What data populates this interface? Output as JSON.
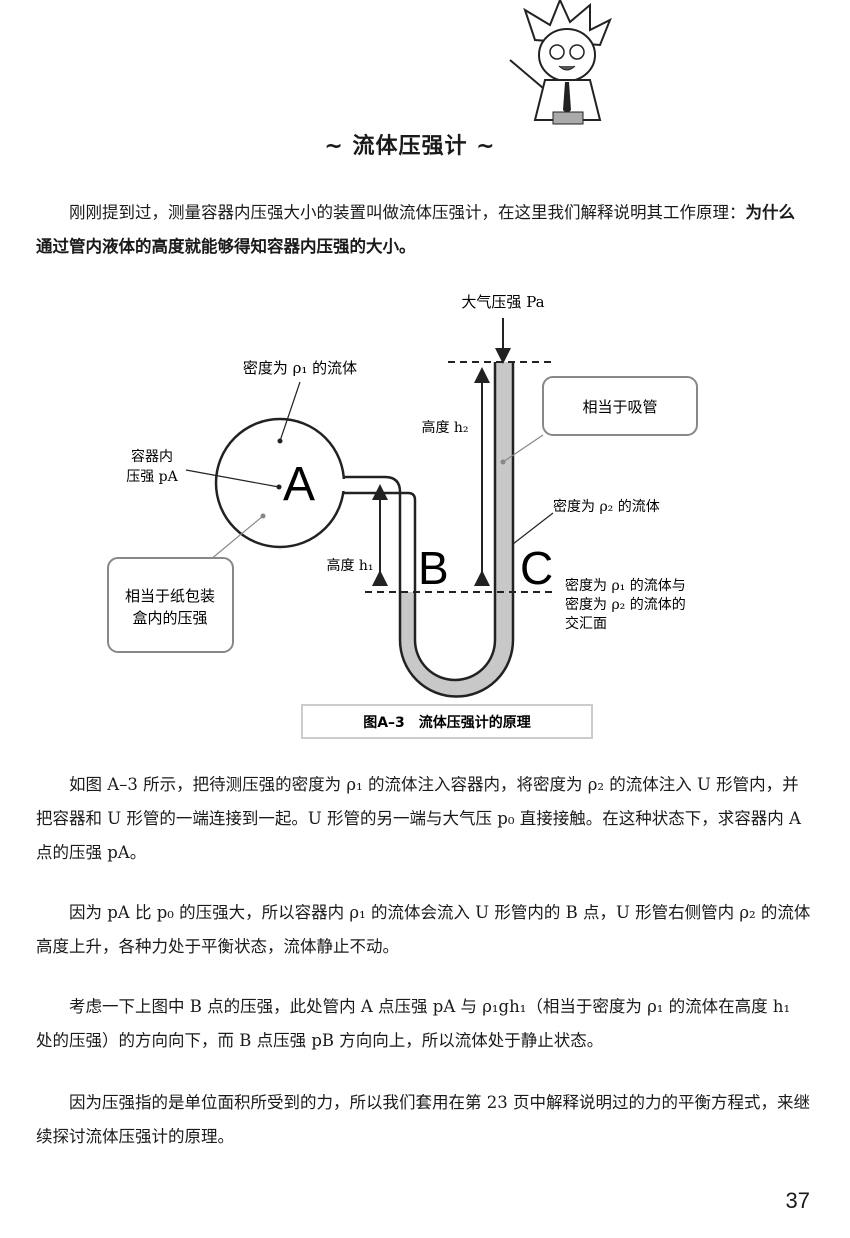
{
  "title": "~ 流体压强计 ~",
  "intro": {
    "normal": "刚刚提到过，测量容器内压强大小的装置叫做流体压强计，在这里我们解释说明其工作原理：",
    "bold": "为什么通过管内液体的高度就能够得知容器内压强的大小。"
  },
  "figure": {
    "atmospheric_pressure": "大气压强 Pa",
    "density_rho1_fluid": "密度为 ρ₁ 的流体",
    "container_pressure_line1": "容器内",
    "container_pressure_line2": "压强 pA",
    "label_A": "A",
    "label_B": "B",
    "label_C": "C",
    "height_h1": "高度 h₁",
    "height_h2": "高度 h₂",
    "straw_box": "相当于吸管",
    "density_rho2_fluid": "密度为 ρ₂ 的流体",
    "interface_line1": "密度为 ρ₁ 的流体与",
    "interface_line2": "密度为 ρ₂ 的流体的",
    "interface_line3": "交汇面",
    "carton_box_line1": "相当于纸包装",
    "carton_box_line2": "盒内的压强",
    "caption": "图A–3　流体压强计的原理"
  },
  "paragraphs": [
    "如图 A–3 所示，把待测压强的密度为 ρ₁ 的流体注入容器内，将密度为 ρ₂ 的流体注入 U 形管内，并把容器和 U 形管的一端连接到一起。U 形管的另一端与大气压 p₀ 直接接触。在这种状态下，求容器内 A 点的压强 pA。",
    "因为 pA 比 p₀ 的压强大，所以容器内 ρ₁ 的流体会流入 U 形管内的 B 点，U 形管右侧管内 ρ₂ 的流体高度上升，各种力处于平衡状态，流体静止不动。",
    "考虑一下上图中 B 点的压强，此处管内 A 点压强 pA 与 ρ₁gh₁（相当于密度为 ρ₁ 的流体在高度 h₁ 处的压强）的方向向下，而 B 点压强 pB 方向向上，所以流体处于静止状态。",
    "因为压强指的是单位面积所受到的力，所以我们套用在第 23 页中解释说明过的力的平衡方程式，来继续探讨流体压强计的原理。"
  ],
  "page_number": "37"
}
